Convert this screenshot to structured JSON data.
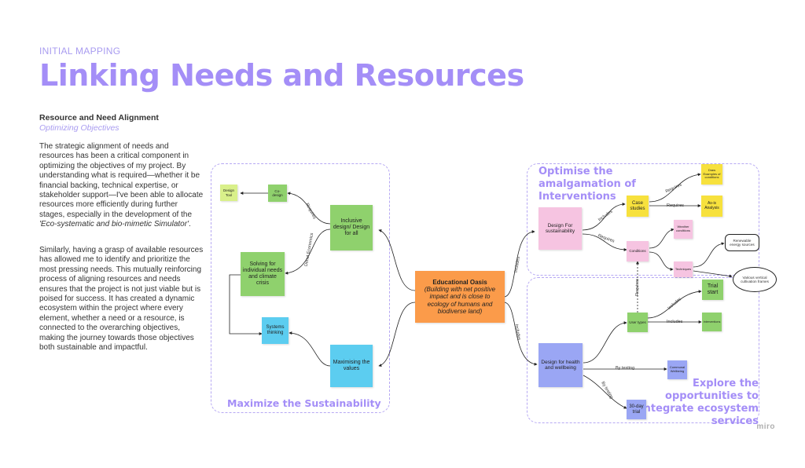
{
  "header": {
    "eyebrow": "INITIAL MAPPING",
    "title": "Linking Needs and Resources"
  },
  "intro": {
    "heading": "Resource and Need Alignment",
    "subheading": "Optimizing Objectives",
    "para1_a": "The strategic alignment of needs and resources has been a critical component in optimizing the objectives of my project. By understanding what is required—whether it be financial backing, technical expertise, or stakeholder support—I've been able to allocate resources more efficiently during further stages, especially in the development of the ",
    "para1_em": "'Eco-systematic and bio-mimetic Simulator'",
    "para1_b": ".",
    "para2": "Similarly, having a grasp of available resources has allowed me to identify and prioritize the most pressing needs. This mutually reinforcing process of aligning resources and needs ensures that the project is not just viable but is poised for success. It has created a dynamic ecosystem within the project where every element, whether a need or a resource, is connected to the overarching objectives, making the journey towards those objectives both sustainable and impactful."
  },
  "frames": {
    "left": "Maximize the Sustainability",
    "top_right": "Optimise the amalgamation of Interventions",
    "bottom_right": "Explore the opportunities to integrate ecosystem services"
  },
  "center": {
    "title": "Educational Oasis",
    "subtitle": "(Building with net positive impact and is close to ecology of humans and biodiverse land)"
  },
  "notes": {
    "design_tool": "Design Tool",
    "co_design": "Co-design",
    "inclusive": "Inclusive design/ Design for all",
    "solving": "Solving for individual needs and climate crisis",
    "systems": "Systems thinking",
    "maximising": "Maximising the values",
    "design_sustainability": "Design For sustainability",
    "case_studies": "Case studies",
    "draw_examples": "Draw Examples of conditions",
    "as_is": "As-is Analysis",
    "conditions": "Conditions",
    "weather": "Weather conditions",
    "techniques": "Techniques",
    "renewable": "Renewable energy sources",
    "vertical": "Various vertical cultivation frames",
    "design_health": "Design for health and wellbeing",
    "user_types": "User types",
    "trial_start": "Trial start",
    "intervention": "Interventions",
    "communal": "Communal Wellbeing",
    "trial_30": "30-day trial"
  },
  "links": {
    "requires": "Requires",
    "donut": "Donut Economics",
    "includes": "Includes",
    "by_testing": "By testing"
  },
  "footer": {
    "brand": "miro"
  }
}
